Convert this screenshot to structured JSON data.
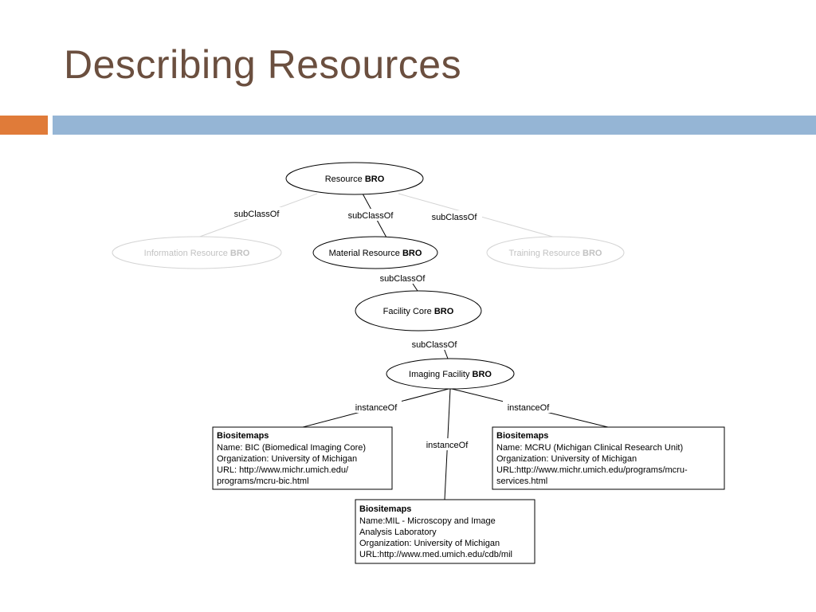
{
  "slide": {
    "title": "Describing Resources"
  },
  "nodes": {
    "resource": {
      "label": "Resource ",
      "bold": "BRO"
    },
    "information": {
      "label": "Information Resource ",
      "bold": "BRO"
    },
    "material": {
      "label": "Material Resource ",
      "bold": "BRO"
    },
    "training": {
      "label": "Training Resource ",
      "bold": "BRO"
    },
    "facility_core": {
      "label": "Facility Core ",
      "bold": "BRO"
    },
    "imaging_facility": {
      "label": "Imaging Facility ",
      "bold": "BRO"
    }
  },
  "edges": {
    "info_subclass": "subClassOf",
    "material_subclass": "subClassOf",
    "training_subclass": "subClassOf",
    "facility_subclass": "subClassOf",
    "imaging_subclass": "subClassOf",
    "bic_instance": "instanceOf",
    "mil_instance": "instanceOf",
    "mcru_instance": "instanceOf"
  },
  "instances": {
    "bic": {
      "heading": "Biositemaps",
      "lines": [
        "Name: BIC (Biomedical Imaging Core)",
        "Organization: University of Michigan",
        "URL: http://www.michr.umich.edu/",
        "programs/mcru-bic.html"
      ]
    },
    "mcru": {
      "heading": "Biositemaps",
      "lines": [
        "Name: MCRU (Michigan Clinical Research Unit)",
        "Organization: University of Michigan",
        "URL:http://www.michr.umich.edu/programs/mcru-",
        "services.html"
      ]
    },
    "mil": {
      "heading": "Biositemaps",
      "lines": [
        "Name:MIL - Microscopy and Image",
        "Analysis Laboratory",
        "Organization: University of Michigan",
        "URL:http://www.med.umich.edu/cdb/mil"
      ]
    }
  }
}
